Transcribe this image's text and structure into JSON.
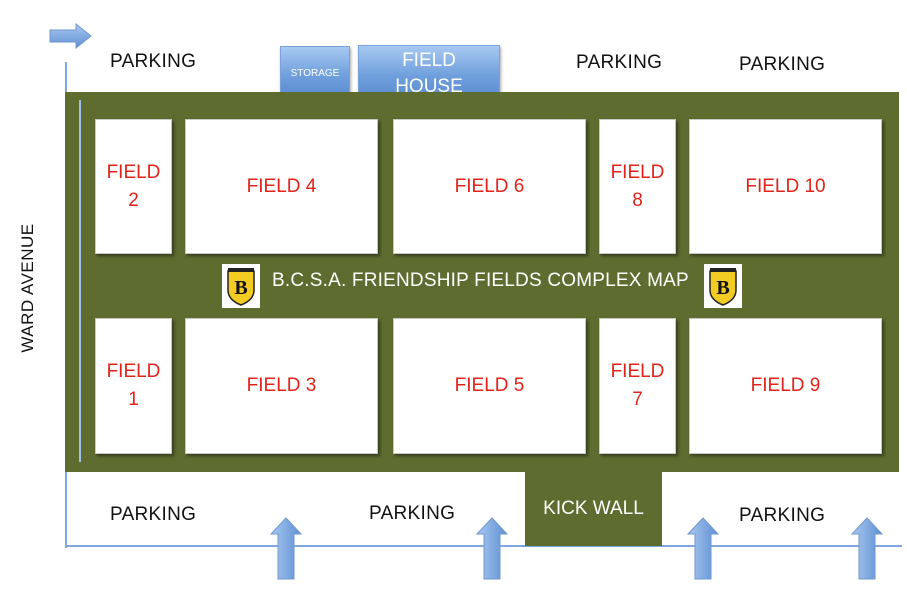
{
  "street": "WARD AVENUE",
  "title": "B.C.S.A. FRIENDSHIP FIELDS COMPLEX MAP",
  "buildings": {
    "storage": "STORAGE",
    "field_house_line1": "FIELD",
    "field_house_line2": "HOUSE"
  },
  "parking": {
    "top_left": "PARKING",
    "top_mid": "PARKING",
    "top_right": "PARKING",
    "bottom_left": "PARKING",
    "bottom_mid": "PARKING",
    "bottom_right": "PARKING"
  },
  "kick_wall": "KICK WALL",
  "fields": {
    "f1": [
      "FIELD",
      "1"
    ],
    "f2": [
      "FIELD",
      "2"
    ],
    "f3": "FIELD 3",
    "f4": "FIELD 4",
    "f5": "FIELD 5",
    "f6": "FIELD 6",
    "f7": [
      "FIELD",
      "7"
    ],
    "f8": [
      "FIELD",
      "8"
    ],
    "f9": "FIELD 9",
    "f10": "FIELD 10"
  },
  "colors": {
    "grass": "#5e6c2f",
    "field_label": "#e2231a",
    "arrow_blue": "#7ea7e0",
    "logo_gold": "#f2cc22"
  },
  "icons": [
    "entrance-arrow-icon",
    "club-crest-logo"
  ]
}
